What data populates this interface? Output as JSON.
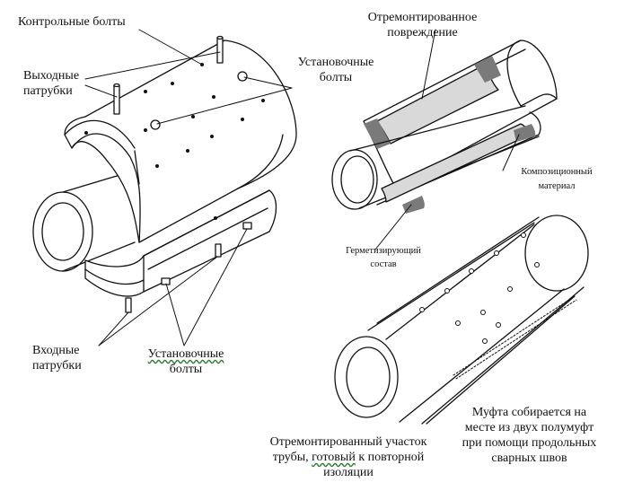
{
  "labels": {
    "control_bolts": "Контрольные болты",
    "outlet_nozzles_1": "Выходные",
    "outlet_nozzles_2": "патрубки",
    "mounting_bolts_top_1": "Установочные",
    "mounting_bolts_top_2": "болты",
    "repaired_damage_1": "Отремонтированное",
    "repaired_damage_2": "повреждение",
    "composite_1": "Композиционный",
    "composite_2": "материал",
    "sealant_1": "Герметизирующий",
    "sealant_2": "состав",
    "inlet_nozzles_1": "Входные",
    "inlet_nozzles_2": "патрубки",
    "mounting_bolts_bottom_1": "Установочные",
    "mounting_bolts_bottom_2": "болты",
    "repaired_section_1": "Отремонтированный участок",
    "repaired_section_2a": "трубы,",
    "repaired_section_2b": "готовый",
    "repaired_section_2c": "к повторной",
    "repaired_section_3": "изоляции",
    "sleeve_assembled_1": "Муфта собирается на",
    "sleeve_assembled_2": "месте из двух полумуфт",
    "sleeve_assembled_3": "при помощи продольных",
    "sleeve_assembled_4": "сварных швов"
  },
  "colors": {
    "line": "#111111",
    "composite_fill": "#d9d9d9",
    "sealant_fill": "#7a7a7a",
    "spellcheck_underline": "#2e7d32"
  }
}
